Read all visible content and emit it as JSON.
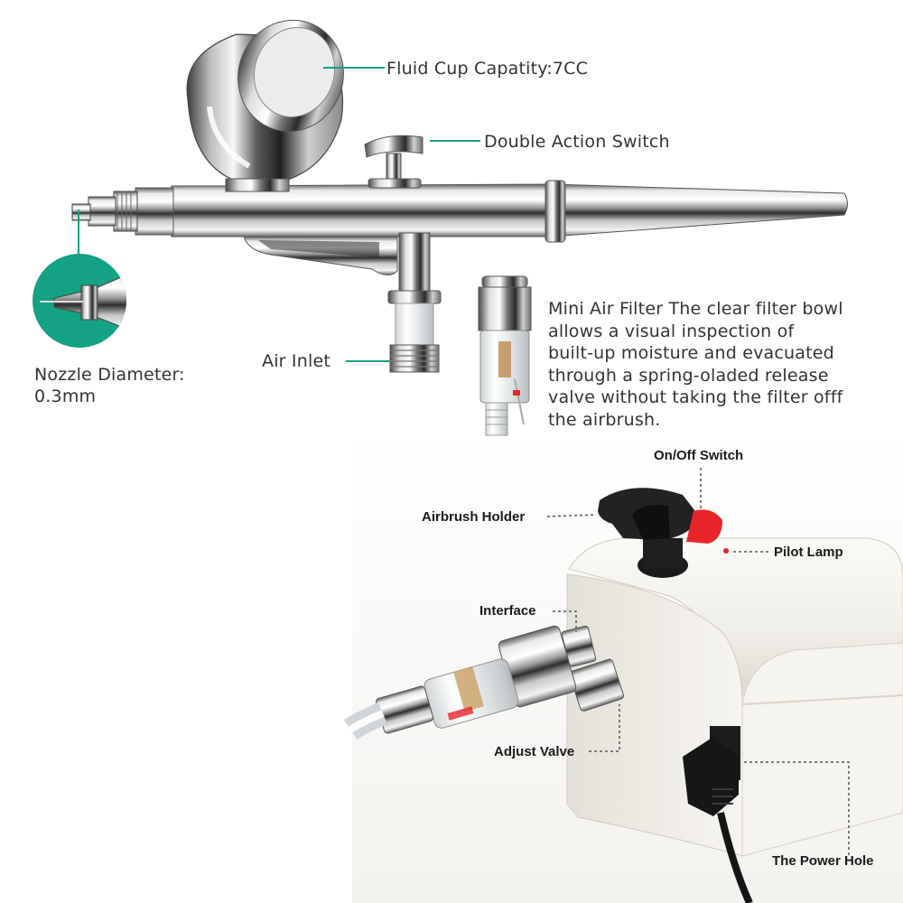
{
  "labels": {
    "fluid_cup": "Fluid Cup Capatity:7CC",
    "double_action": "Double Action Switch",
    "nozzle_line1": "Nozzle Diameter:",
    "nozzle_line2": "0.3mm",
    "air_inlet": "Air Inlet",
    "filter_lines": [
      "Mini Air Filter The clear filter bowl",
      "allows a visual inspection of",
      "built-up moisture and evacuated",
      "through a spring-oladed release",
      "valve without taking the filter offf",
      "the airbrush."
    ],
    "on_off": "On/Off Switch",
    "airbrush_holder": "Airbrush Holder",
    "pilot_lamp": "Pilot Lamp",
    "interface": "Interface",
    "adjust_valve": "Adjust Valve",
    "power_hole": "The Power Hole"
  },
  "colors": {
    "accent_teal": "#15a183",
    "label_text": "#333333",
    "callout_bold": "#1a1a1a",
    "lamp_red": "#e8242b"
  }
}
